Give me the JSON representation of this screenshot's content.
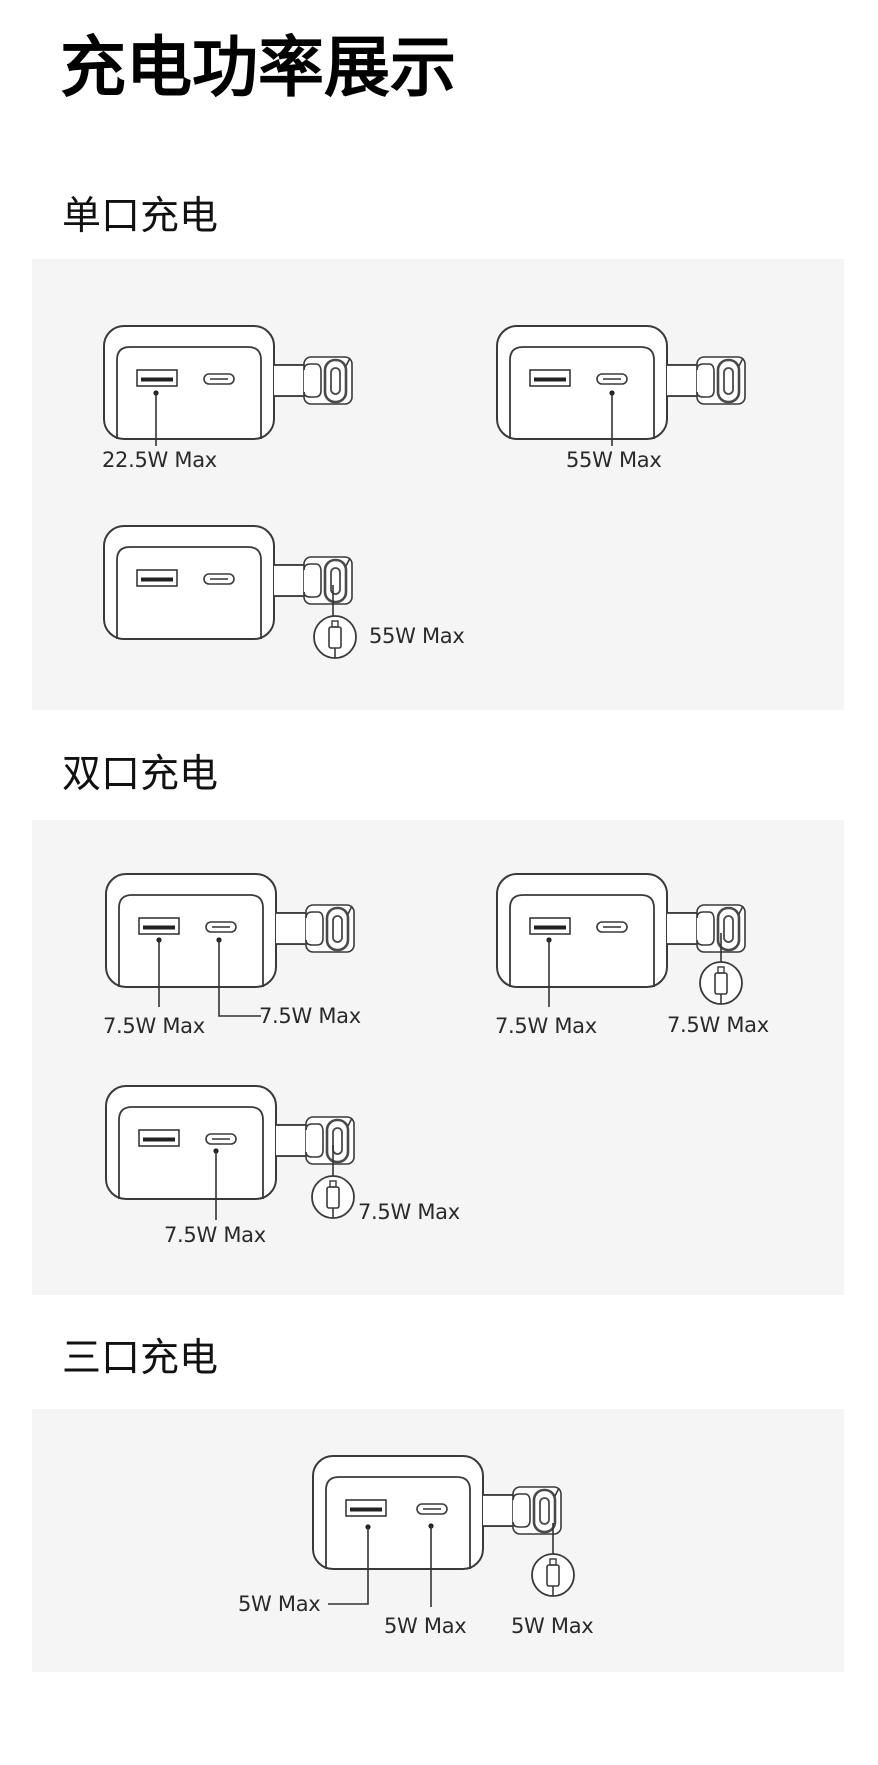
{
  "page": {
    "title": "充电功率展示",
    "background": "#ffffff",
    "panel_background": "#f5f5f5",
    "line_color": "#3a3a3a"
  },
  "sections": [
    {
      "title": "单口充电",
      "devices": [
        {
          "scenario": "USB-A only",
          "active_ports": [
            "usb-a"
          ],
          "labels": {
            "usb_a": "22.5W Max"
          }
        },
        {
          "scenario": "USB-C only",
          "active_ports": [
            "usb-c"
          ],
          "labels": {
            "usb_c": "55W Max"
          }
        },
        {
          "scenario": "Built-in cable only",
          "active_ports": [
            "cable"
          ],
          "labels": {
            "cable": "55W Max"
          }
        }
      ]
    },
    {
      "title": "双口充电",
      "devices": [
        {
          "scenario": "USB-A + USB-C",
          "active_ports": [
            "usb-a",
            "usb-c"
          ],
          "labels": {
            "usb_a": "7.5W Max",
            "usb_c": "7.5W Max"
          }
        },
        {
          "scenario": "USB-A + cable",
          "active_ports": [
            "usb-a",
            "cable"
          ],
          "labels": {
            "usb_a": "7.5W Max",
            "cable": "7.5W Max"
          }
        },
        {
          "scenario": "USB-C + cable",
          "active_ports": [
            "usb-c",
            "cable"
          ],
          "labels": {
            "usb_c": "7.5W Max",
            "cable": "7.5W Max"
          }
        }
      ]
    },
    {
      "title": "三口充电",
      "devices": [
        {
          "scenario": "USB-A + USB-C + cable",
          "active_ports": [
            "usb-a",
            "usb-c",
            "cable"
          ],
          "labels": {
            "usb_a": "5W Max",
            "usb_c": "5W Max",
            "cable": "5W Max"
          }
        }
      ]
    }
  ]
}
